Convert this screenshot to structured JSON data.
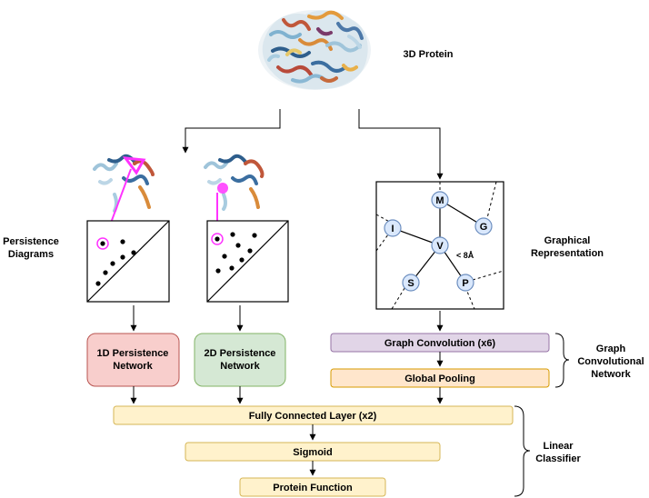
{
  "protein_label": "3D Protein",
  "persistence_diagrams_label": [
    "Persistence",
    "Diagrams"
  ],
  "graphical_rep_label": [
    "Graphical",
    "Representation"
  ],
  "gcn_label": [
    "Graph",
    "Convolutional",
    "Network"
  ],
  "linear_label": [
    "Linear",
    "Classifier"
  ],
  "graph_nodes": {
    "m": "M",
    "i": "I",
    "g": "G",
    "v": "V",
    "s": "S",
    "p": "P"
  },
  "edge_label": "< 8Å",
  "boxes": {
    "pers1d": [
      "1D Persistence",
      "Network"
    ],
    "pers2d": [
      "2D Persistence",
      "Network"
    ],
    "graph_conv": "Graph Convolution (x6)",
    "global_pool": "Global Pooling",
    "fc": "Fully Connected Layer (x2)",
    "sigmoid": "Sigmoid",
    "protein_function": "Protein Function"
  },
  "colors": {
    "pers1d_fill": "#f8cecc",
    "pers1d_stroke": "#b85450",
    "pers2d_fill": "#d5e8d4",
    "pers2d_stroke": "#82b366",
    "graph_conv_fill": "#e1d5e7",
    "graph_conv_stroke": "#9673a6",
    "pool_fill": "#ffe6cc",
    "pool_stroke": "#d79b00",
    "fc_fill": "#fff2cc",
    "fc_stroke": "#d6b656",
    "node_fill": "#dae8fc",
    "node_stroke": "#6c8ebf",
    "highlight": "#ff33ff"
  }
}
